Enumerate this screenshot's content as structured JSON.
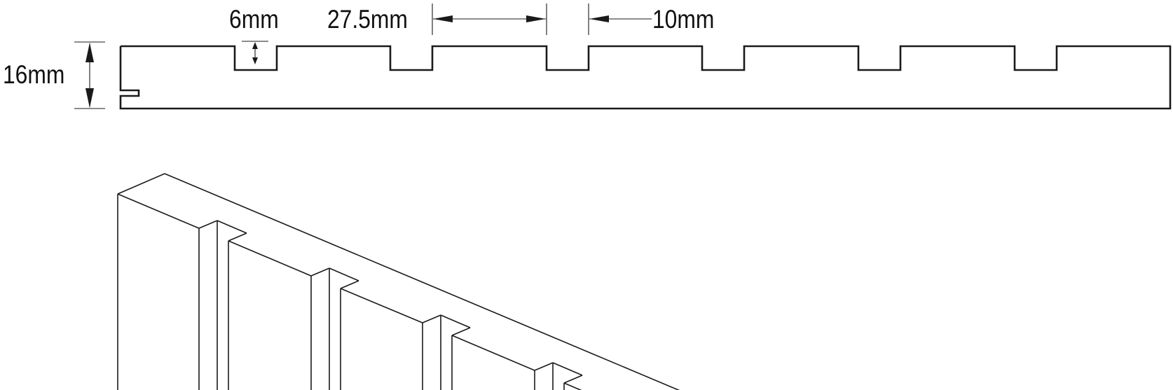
{
  "diagram": {
    "labels": {
      "groove_depth": "6mm",
      "slat_width": "27.5mm",
      "groove_width": "10mm",
      "panel_thickness": "16mm"
    }
  }
}
